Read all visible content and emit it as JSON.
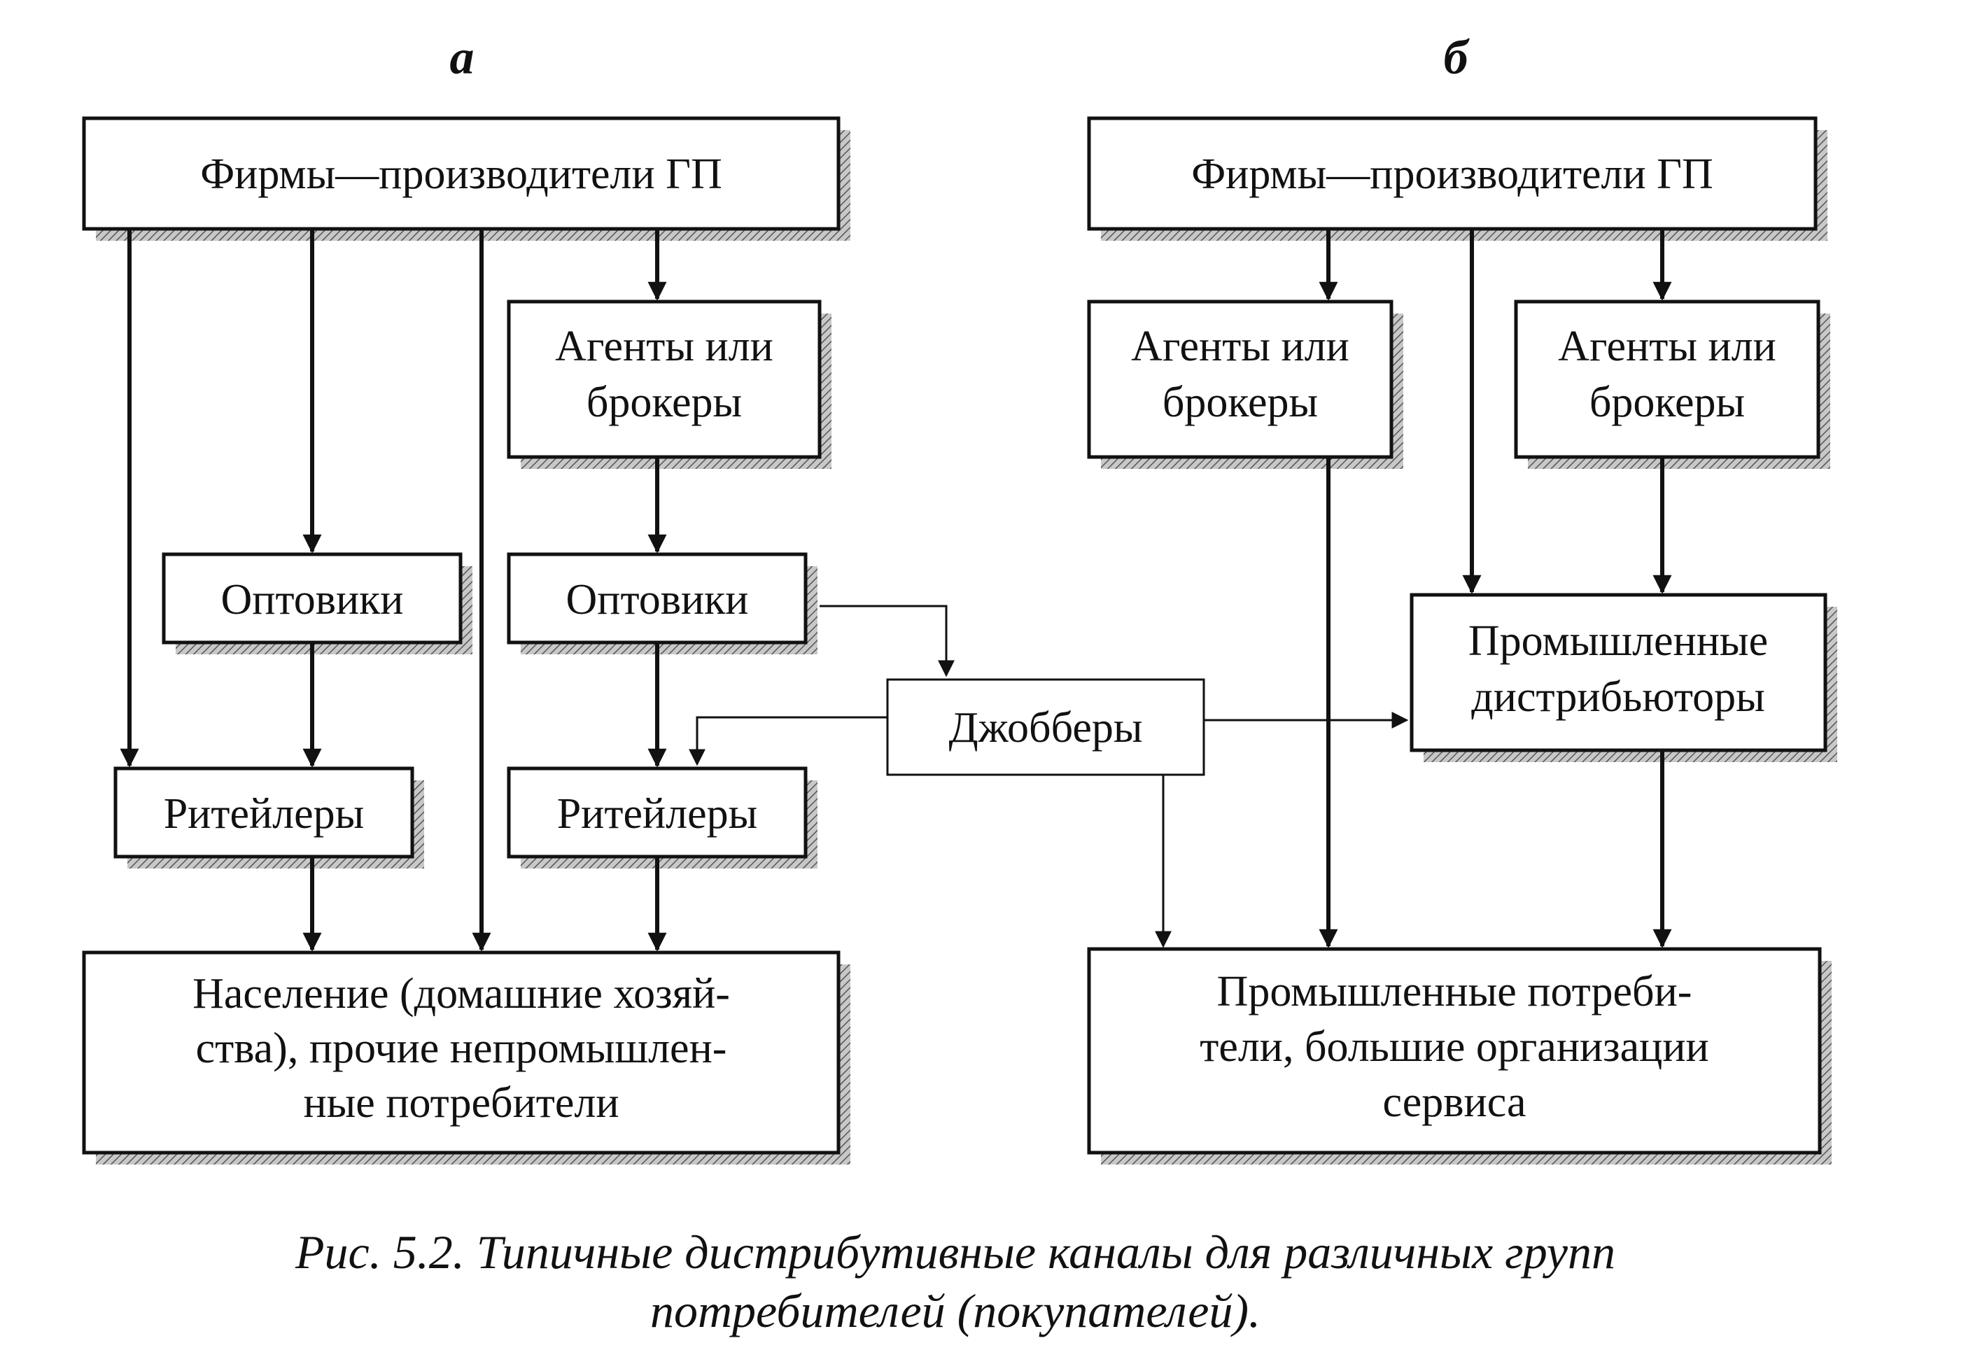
{
  "panels": {
    "a": "а",
    "b": "б"
  },
  "left": {
    "producers": "Фирмы—производители ГП",
    "agents": [
      "Агенты или",
      "брокеры"
    ],
    "wholesalers_1": "Оптовики",
    "wholesalers_2": "Оптовики",
    "retailers_1": "Ритейлеры",
    "retailers_2": "Ритейлеры",
    "consumers": [
      "Население (домашние хозяй-",
      "ства), прочие непромышлен-",
      "ные потребители"
    ]
  },
  "center": {
    "jobbers": "Джобберы"
  },
  "right": {
    "producers": "Фирмы—производители ГП",
    "agents_1": [
      "Агенты или",
      "брокеры"
    ],
    "agents_2": [
      "Агенты или",
      "брокеры"
    ],
    "distributors": [
      "Промышленные",
      "дистрибьюторы"
    ],
    "consumers": [
      "Промышленные потреби-",
      "тели, большие организации",
      "сервиса"
    ]
  },
  "caption": [
    "Рис. 5.2. Типичные дистрибутивные каналы для различных групп",
    "потребителей (покупателей)."
  ]
}
